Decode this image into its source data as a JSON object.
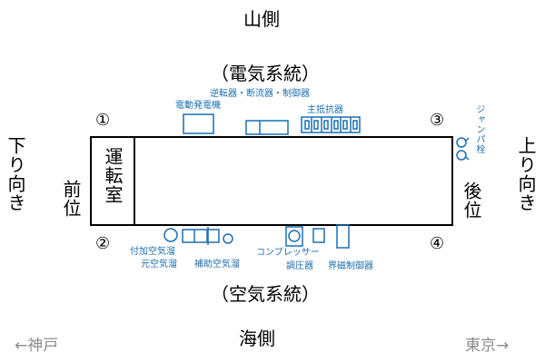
{
  "sides": {
    "mountain": "山側",
    "sea": "海側"
  },
  "systems": {
    "electric": "（電気系統）",
    "air": "（空気系統）"
  },
  "directions": {
    "left_vertical": "下り向き",
    "right_vertical": "上り向き",
    "front": "前位",
    "rear": "後位",
    "kobe": "←神戸",
    "tokyo": "東京→"
  },
  "positions": {
    "p1": "①",
    "p2": "②",
    "p3": "③",
    "p4": "④"
  },
  "cab": {
    "label": "運転室"
  },
  "equipment": {
    "motor_generator": "電動発電機",
    "inverter_breaker_controller": "逆転器・断流器・制御器",
    "main_resistor": "主抵抗器",
    "jumper_socket": "ジャンパ栓",
    "aux_reservoir": "付加空気溜",
    "main_reservoir": "元空気溜",
    "supp_reservoir": "補助空気溜",
    "compressor": "コンプレッサー",
    "pressure_regulator": "調圧器",
    "field_controller": "界磁制御器"
  },
  "colors": {
    "equipment": "#1a6fb0",
    "outline": "#000000",
    "direction": "#8c8c8c"
  }
}
